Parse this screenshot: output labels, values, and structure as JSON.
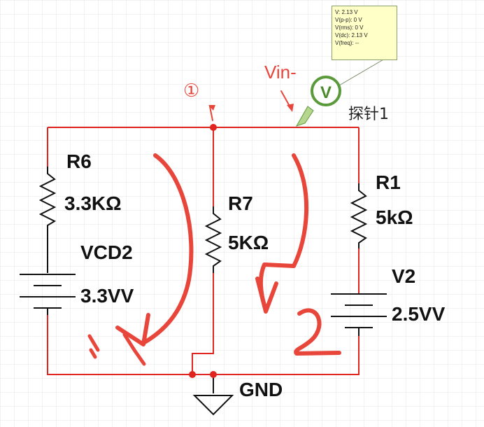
{
  "colors": {
    "wire": "#e0241f",
    "node": "#e0241f",
    "annotation": "#e8463a",
    "probe": "#5a9a3a",
    "background_grid": "#e6e6e6"
  },
  "components": {
    "r6": {
      "name": "R6",
      "value": "3.3KΩ"
    },
    "vcd2": {
      "name": "VCD2",
      "value": "3.3VV"
    },
    "r7": {
      "name": "R7",
      "value": "5KΩ"
    },
    "r1": {
      "name": "R1",
      "value": "5kΩ"
    },
    "v2": {
      "name": "V2",
      "value": "2.5VV"
    },
    "gnd": {
      "name": "GND"
    }
  },
  "annotations": {
    "node_marker": "①",
    "vin_label": "Vin-",
    "loop1": "1",
    "loop2": "2"
  },
  "probe": {
    "name": "探针1",
    "symbol": "V",
    "readings": [
      "V: 2.13 V",
      "V(p-p): 0 V",
      "V(rms): 0 V",
      "V(dc): 2.13 V",
      "V(freq): --"
    ]
  }
}
